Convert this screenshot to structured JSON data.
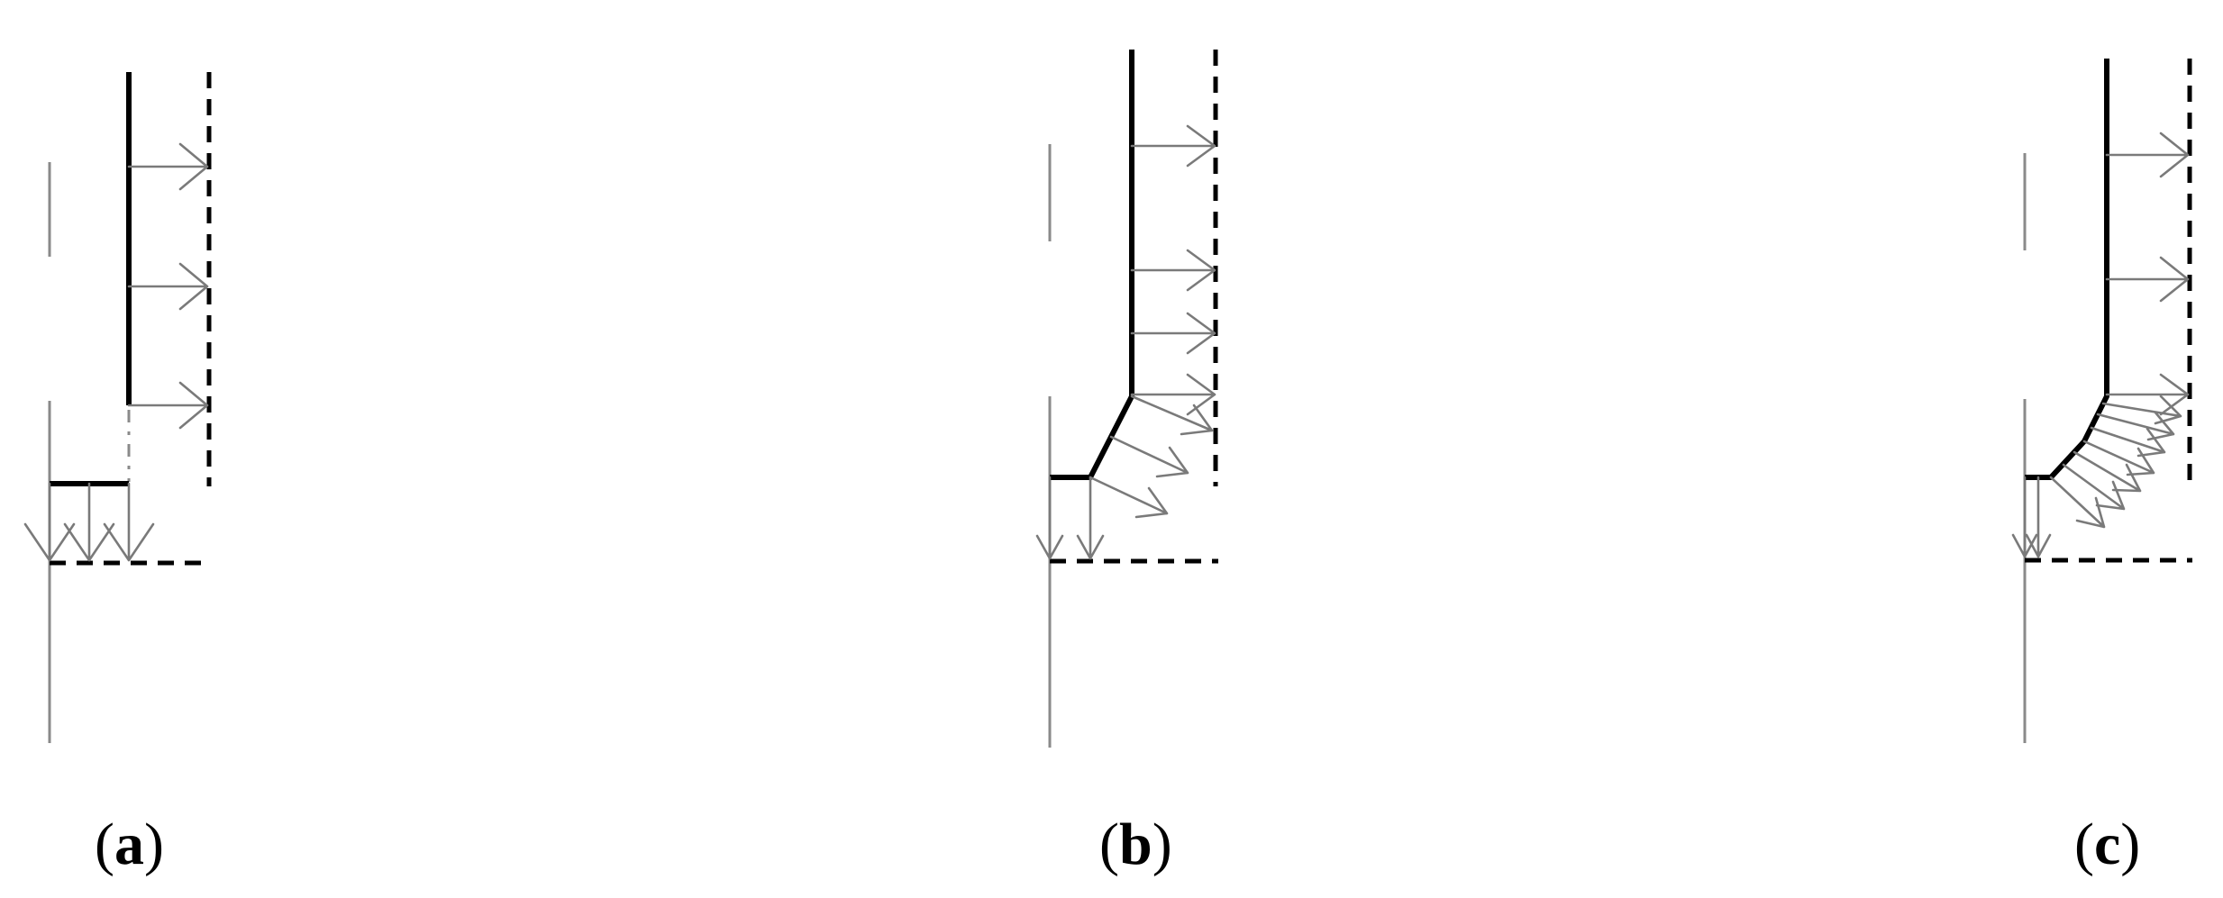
{
  "panels": [
    {
      "id": "a",
      "open": "(",
      "letter": "a",
      "close": ")"
    },
    {
      "id": "b",
      "open": "(",
      "letter": "b",
      "close": ")"
    },
    {
      "id": "c",
      "open": "(",
      "letter": "c",
      "close": ")"
    }
  ]
}
